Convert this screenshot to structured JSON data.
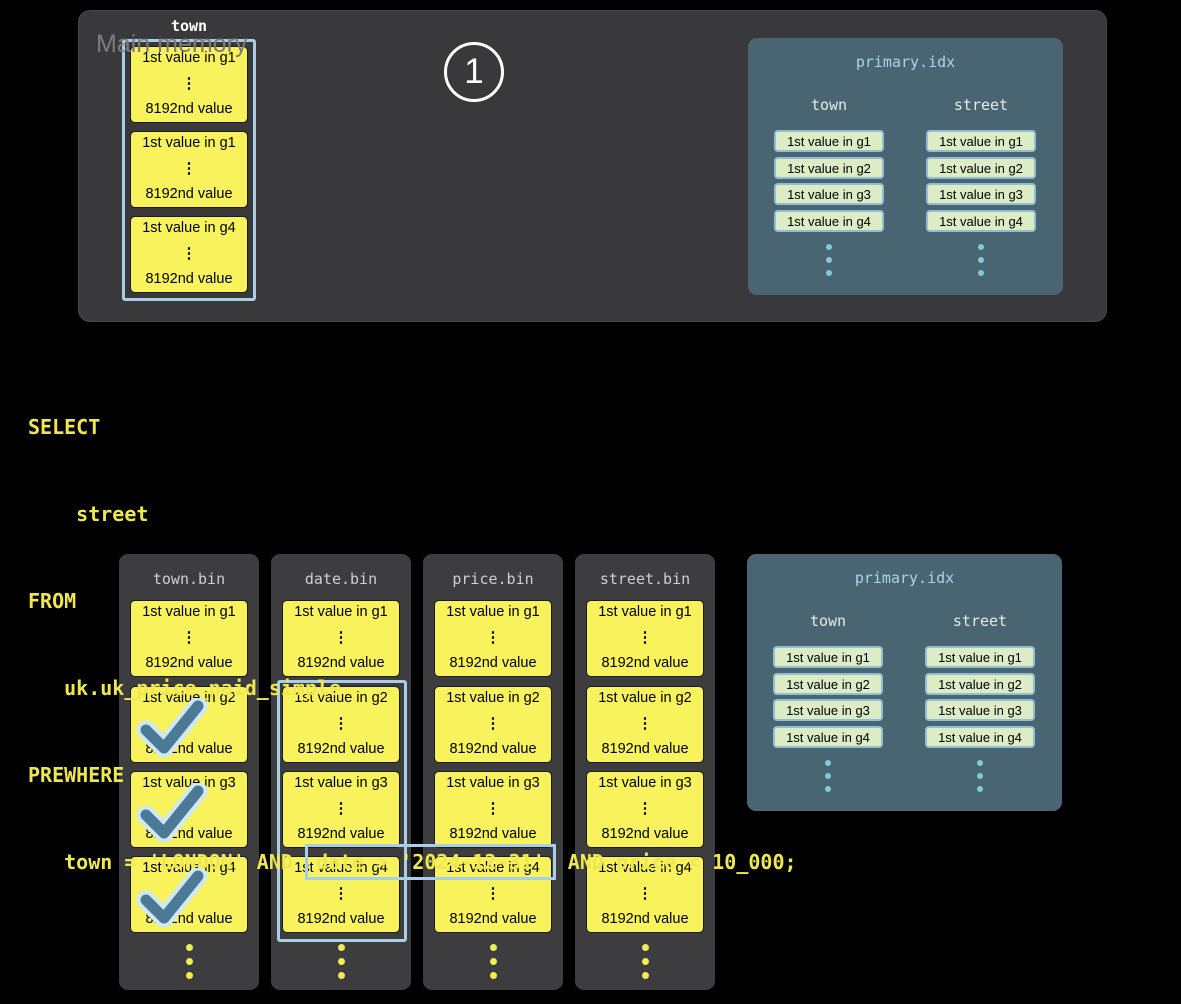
{
  "glyphs": {
    "ellipsis": "⋮"
  },
  "main_memory": {
    "label": "Main memory",
    "step_number": "1",
    "town_column": {
      "label": "town",
      "blocks": [
        {
          "first": "1st value in g1",
          "last": "8192nd value"
        },
        {
          "first": "1st value in g1",
          "last": "8192nd value"
        },
        {
          "first": "1st value in g4",
          "last": "8192nd value"
        }
      ]
    }
  },
  "primary_idx": {
    "title": "primary.idx",
    "columns": [
      {
        "header": "town",
        "entries": [
          "1st value in g1",
          "1st value in g2",
          "1st value in g3",
          "1st value in g4"
        ]
      },
      {
        "header": "street",
        "entries": [
          "1st value in g1",
          "1st value in g2",
          "1st value in g3",
          "1st value in g4"
        ]
      }
    ]
  },
  "sql": {
    "line1": "SELECT",
    "line2": "    street",
    "line3": "FROM",
    "line4": "   uk.uk_price_paid_simple",
    "line5": "PREWHERE",
    "line6_before": "   town = 'LONDON' AND ",
    "line6_highlight": "date > '2024-12-31'",
    "line6_after": " AND price < 10_000;"
  },
  "bins": [
    {
      "name": "town.bin",
      "granules": [
        {
          "first": "1st value in g1",
          "last": "8192nd value"
        },
        {
          "first": "1st value in g2",
          "last": "8192nd value"
        },
        {
          "first": "1st value in g3",
          "last": "8192nd value"
        },
        {
          "first": "1st value in g4",
          "last": "8192nd value"
        }
      ]
    },
    {
      "name": "date.bin",
      "granules": [
        {
          "first": "1st value in g1",
          "last": "8192nd value"
        },
        {
          "first": "1st value in g2",
          "last": "8192nd value"
        },
        {
          "first": "1st value in g3",
          "last": "8192nd value"
        },
        {
          "first": "1st value in g4",
          "last": "8192nd value"
        }
      ]
    },
    {
      "name": "price.bin",
      "granules": [
        {
          "first": "1st value in g1",
          "last": "8192nd value"
        },
        {
          "first": "1st value in g2",
          "last": "8192nd value"
        },
        {
          "first": "1st value in g3",
          "last": "8192nd value"
        },
        {
          "first": "1st value in g4",
          "last": "8192nd value"
        }
      ]
    },
    {
      "name": "street.bin",
      "granules": [
        {
          "first": "1st value in g1",
          "last": "8192nd value"
        },
        {
          "first": "1st value in g2",
          "last": "8192nd value"
        },
        {
          "first": "1st value in g3",
          "last": "8192nd value"
        },
        {
          "first": "1st value in g4",
          "last": "8192nd value"
        }
      ]
    }
  ],
  "colors": {
    "yellow_block": "#f8f25c",
    "highlight_blue": "#a9cfe8",
    "pidx_bg": "#4a6572",
    "chip_green": "#dcedc6",
    "sql_yellow": "#efe74f",
    "check_blue": "#4c7a96"
  }
}
